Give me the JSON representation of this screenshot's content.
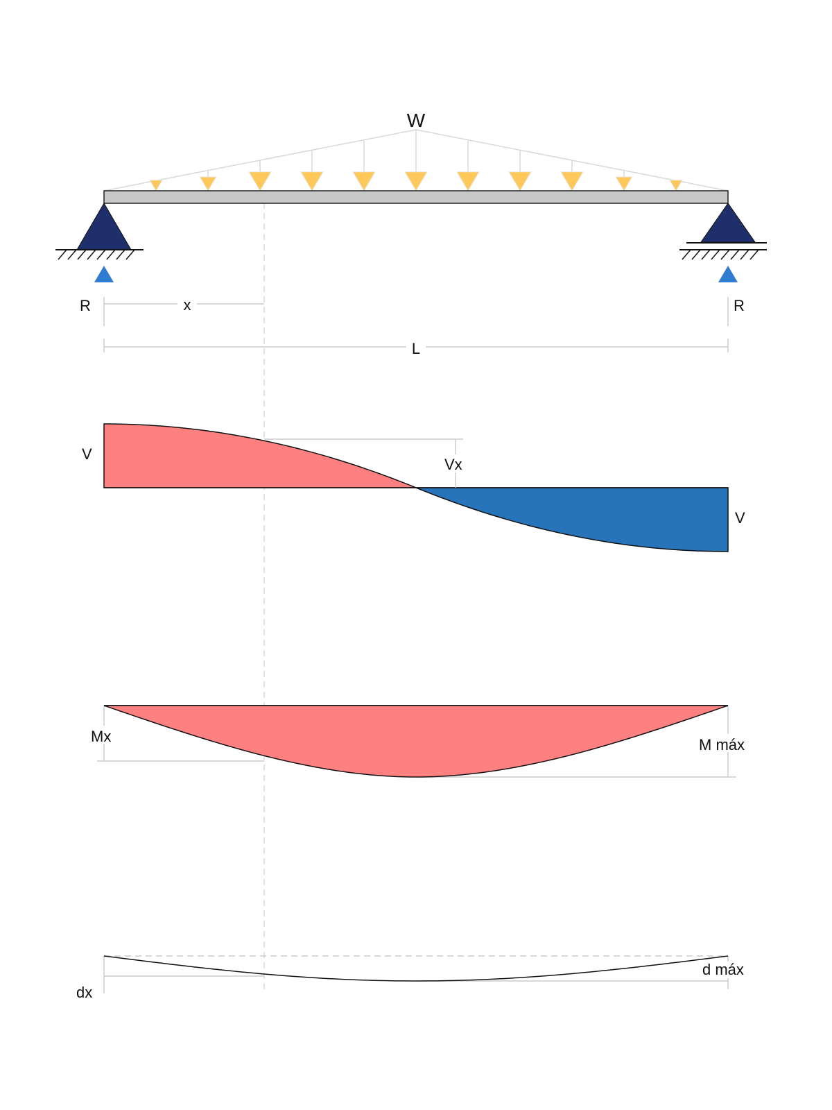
{
  "labels": {
    "load_total": "W",
    "reaction_left": "R",
    "reaction_right": "R",
    "position": "x",
    "span": "L",
    "shear_left": "V",
    "shear_right": "V",
    "shear_at_x": "Vx",
    "moment_at_x": "Mx",
    "moment_max": "M máx",
    "deflection_at_x": "dx",
    "deflection_max": "d máx"
  },
  "colors": {
    "beam": "#c8c8c8",
    "support": "#1f2f6b",
    "reaction_arrow": "#2e7bd0",
    "load_arrow": "#ffc85a",
    "positive_fill": "#ff8080",
    "negative_fill": "#2874ba",
    "guide_line": "#cccccc"
  },
  "icons": {
    "support_left": "pin-support",
    "support_right": "roller-support",
    "reaction_arrows": "up-arrow",
    "load_arrows": "down-arrow"
  }
}
